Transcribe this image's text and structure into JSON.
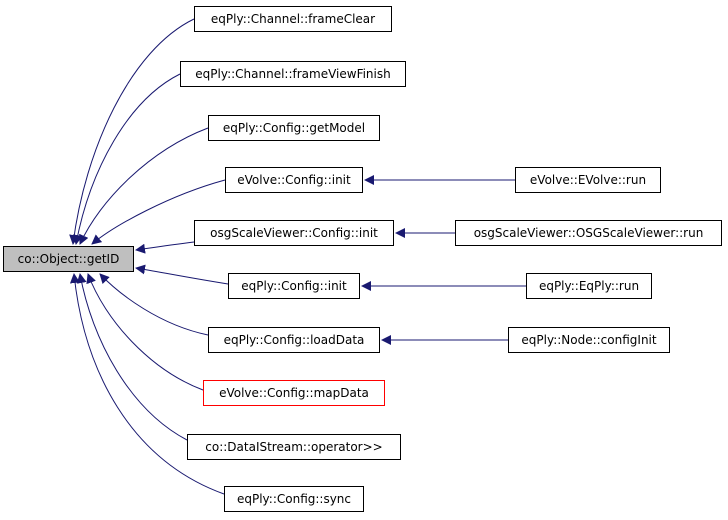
{
  "colors": {
    "edge": "#191970",
    "node_border": "#000000",
    "root_fill": "#bfbfbf",
    "undocumented_border": "#ff0000"
  },
  "root": "co::Object::getID",
  "callers": [
    "eqPly::Channel::frameClear",
    "eqPly::Channel::frameViewFinish",
    "eqPly::Config::getModel",
    "eVolve::Config::init",
    "osgScaleViewer::Config::init",
    "eqPly::Config::init",
    "eqPly::Config::loadData",
    "eVolve::Config::mapData",
    "co::DataIStream::operator>>",
    "eqPly::Config::sync"
  ],
  "outer": [
    "eVolve::EVolve::run",
    "osgScaleViewer::OSGScaleViewer::run",
    "eqPly::EqPly::run",
    "eqPly::Node::configInit"
  ]
}
